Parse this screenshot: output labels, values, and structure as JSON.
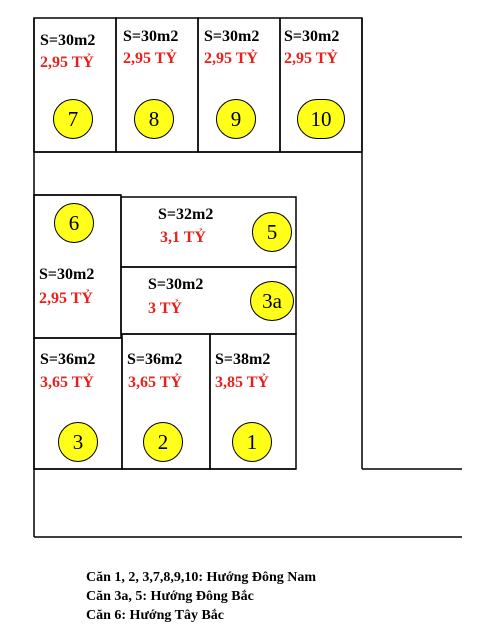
{
  "lots": [
    {
      "id": "7",
      "area": "S=30m2",
      "price": "2,95 TỶ"
    },
    {
      "id": "8",
      "area": "S=30m2",
      "price": "2,95 TỶ"
    },
    {
      "id": "9",
      "area": "S=30m2",
      "price": "2,95 TỶ"
    },
    {
      "id": "10",
      "area": "S=30m2",
      "price": "2,95 TỶ"
    },
    {
      "id": "6",
      "area": "S=30m2",
      "price": "2,95 TỶ"
    },
    {
      "id": "5",
      "area": "S=32m2",
      "price": "3,1 TỶ"
    },
    {
      "id": "3a",
      "area": "S=30m2",
      "price": "3 TỶ"
    },
    {
      "id": "3",
      "area": "S=36m2",
      "price": "3,65 TỶ"
    },
    {
      "id": "2",
      "area": "S=36m2",
      "price": "3,65 TỶ"
    },
    {
      "id": "1",
      "area": "S=38m2",
      "price": "3,85 TỶ"
    }
  ],
  "legend": [
    "Căn 1, 2, 3,7,8,9,10: Hướng Đông Nam",
    "Căn 3a, 5: Hướng Đông Bắc",
    "Căn 6:  Hướng Tây Bắc"
  ],
  "colors": {
    "badge_fill": "#ffff1a",
    "price_text": "#e8201c",
    "line": "#000000"
  }
}
